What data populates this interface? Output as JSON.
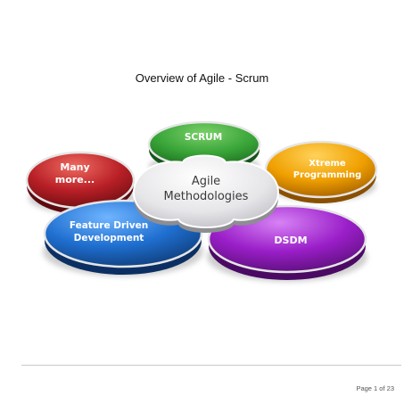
{
  "document": {
    "title": "Overview of Agile - Scrum",
    "page_number": "Page 1 of 23"
  },
  "diagram": {
    "center": {
      "line1": "Agile",
      "line2": "Methodologies"
    },
    "petals": {
      "scrum": {
        "label": "SCRUM",
        "color": "#3aa83a"
      },
      "xtreme": {
        "line1": "Xtreme",
        "line2": "Programming",
        "color": "#f0a000"
      },
      "dsdm": {
        "label": "DSDM",
        "color": "#9a1ec8"
      },
      "fdd": {
        "line1": "Feature Driven",
        "line2": "Development",
        "color": "#1f6fd0"
      },
      "many": {
        "line1": "Many",
        "line2": "more...",
        "color": "#b81f26"
      }
    }
  },
  "colors": {
    "center": "#e9e9ec",
    "shadow": "#a8a8a8"
  }
}
